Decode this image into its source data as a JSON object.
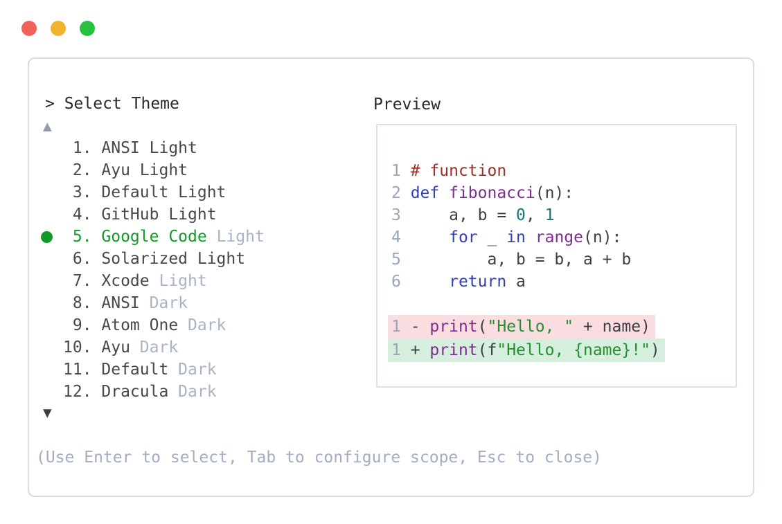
{
  "window": {
    "controls": [
      {
        "name": "close",
        "color": "#f2615a"
      },
      {
        "name": "minimize",
        "color": "#f0b32e"
      },
      {
        "name": "zoom",
        "color": "#27c33f"
      }
    ]
  },
  "panel": {
    "title": "> Select Theme",
    "scroll_up_indicator": "▲",
    "scroll_down_indicator": "▼",
    "hint": "(Use Enter to select, Tab to configure scope, Esc to close)",
    "theme_list": {
      "selected_index": 4,
      "items": [
        {
          "number": " 1.",
          "name": "ANSI Light",
          "muted": "",
          "selected": false
        },
        {
          "number": " 2.",
          "name": "Ayu Light",
          "muted": "",
          "selected": false
        },
        {
          "number": " 3.",
          "name": "Default Light",
          "muted": "",
          "selected": false
        },
        {
          "number": " 4.",
          "name": "GitHub Light",
          "muted": "",
          "selected": false
        },
        {
          "number": " 5.",
          "name": "Google Code",
          "muted": "Light",
          "selected": true
        },
        {
          "number": " 6.",
          "name": "Solarized Light",
          "muted": "",
          "selected": false
        },
        {
          "number": " 7.",
          "name": "Xcode",
          "muted": "Light",
          "selected": false
        },
        {
          "number": " 8.",
          "name": "ANSI",
          "muted": "Dark",
          "selected": false
        },
        {
          "number": " 9.",
          "name": "Atom One",
          "muted": "Dark",
          "selected": false
        },
        {
          "number": "10.",
          "name": "Ayu",
          "muted": "Dark",
          "selected": false
        },
        {
          "number": "11.",
          "name": "Default",
          "muted": "Dark",
          "selected": false
        },
        {
          "number": "12.",
          "name": "Dracula",
          "muted": "Dark",
          "selected": false
        }
      ]
    },
    "preview": {
      "label": "Preview",
      "code_lines": [
        {
          "num": "1",
          "bg": "",
          "tokens": [
            [
              "# function",
              "comment"
            ]
          ]
        },
        {
          "num": "2",
          "bg": "",
          "tokens": [
            [
              "def ",
              "keyword"
            ],
            [
              "fibonacci",
              "function"
            ],
            [
              "(n):",
              "plain"
            ]
          ]
        },
        {
          "num": "3",
          "bg": "",
          "tokens": [
            [
              "    a, b = ",
              "plain"
            ],
            [
              "0",
              "number"
            ],
            [
              ", ",
              "plain"
            ],
            [
              "1",
              "number"
            ]
          ]
        },
        {
          "num": "4",
          "bg": "",
          "tokens": [
            [
              "    ",
              "plain"
            ],
            [
              "for",
              "keyword"
            ],
            [
              " _ ",
              "plain"
            ],
            [
              "in",
              "keyword"
            ],
            [
              " ",
              "plain"
            ],
            [
              "range",
              "function"
            ],
            [
              "(n):",
              "plain"
            ]
          ]
        },
        {
          "num": "5",
          "bg": "",
          "tokens": [
            [
              "        a, b = b, a + b",
              "plain"
            ]
          ]
        },
        {
          "num": "6",
          "bg": "",
          "tokens": [
            [
              "    ",
              "plain"
            ],
            [
              "return",
              "keyword"
            ],
            [
              " a",
              "plain"
            ]
          ]
        },
        {
          "num": "",
          "bg": "",
          "tokens": []
        },
        {
          "num": "1",
          "bg": "removed",
          "tokens": [
            [
              "- ",
              "plain"
            ],
            [
              "print",
              "function"
            ],
            [
              "(",
              "plain"
            ],
            [
              "\"Hello, \"",
              "string"
            ],
            [
              " + name)",
              "plain"
            ]
          ]
        },
        {
          "num": "1",
          "bg": "added",
          "tokens": [
            [
              "+ ",
              "plain"
            ],
            [
              "print",
              "function"
            ],
            [
              "(f",
              "plain"
            ],
            [
              "\"Hello, {name}!\"",
              "string"
            ],
            [
              ")",
              "plain"
            ]
          ]
        }
      ]
    }
  },
  "colors": {
    "selection_green": "#129a26",
    "muted_gray": "#a9b3c4",
    "hint_gray": "#a3aec0",
    "scroll_up_gray": "#8e9bb0",
    "scroll_down_dark": "#3a3d42",
    "panel_border": "#d7dbe2",
    "preview_border": "#dde0e6",
    "line_number": "#9aa5b6",
    "syntax_comment": "#9e2f27",
    "syntax_keyword": "#3140b4",
    "syntax_function": "#7d2d8f",
    "syntax_number": "#16767c",
    "syntax_string": "#23902d",
    "syntax_plain": "#3c4045",
    "diff_removed_bg": "#fadde1",
    "diff_added_bg": "#d6eedd"
  }
}
